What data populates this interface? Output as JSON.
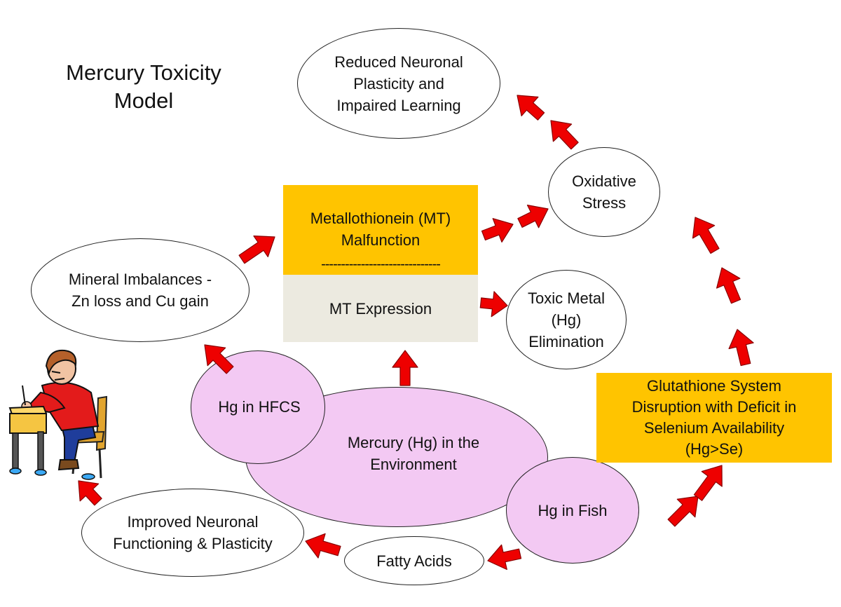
{
  "title": "Mercury Toxicity\nModel",
  "nodes": {
    "reduced_plasticity": "Reduced Neuronal\nPlasticity and\nImpaired Learning",
    "oxidative_stress": "Oxidative\nStress",
    "mt_malfunction": "Metallothionein (MT)\nMalfunction",
    "mt_divider": "------------------------------",
    "mt_expression": "MT Expression",
    "mineral_imbalances": "Mineral Imbalances -\nZn loss and Cu gain",
    "toxic_metal_elimination": "Toxic Metal\n(Hg)\nElimination",
    "hg_hfcs": "Hg in HFCS",
    "mercury_environment": "Mercury (Hg) in the\nEnvironment",
    "glutathione": "Glutathione System\nDisruption with Deficit in\nSelenium Availability\n(Hg>Se)",
    "hg_fish": "Hg in Fish",
    "improved_functioning": "Improved Neuronal\nFunctioning & Plasticity",
    "fatty_acids": "Fatty Acids"
  },
  "colors": {
    "arrow": "#ee0000",
    "arrow_outline": "#880000",
    "pink_fill": "#f3c9f3",
    "orange_box": "#ffc400",
    "gray_box": "#eceae0"
  },
  "icons": {
    "student": "student-at-desk-icon",
    "arrow": "red-block-arrow-icon"
  }
}
